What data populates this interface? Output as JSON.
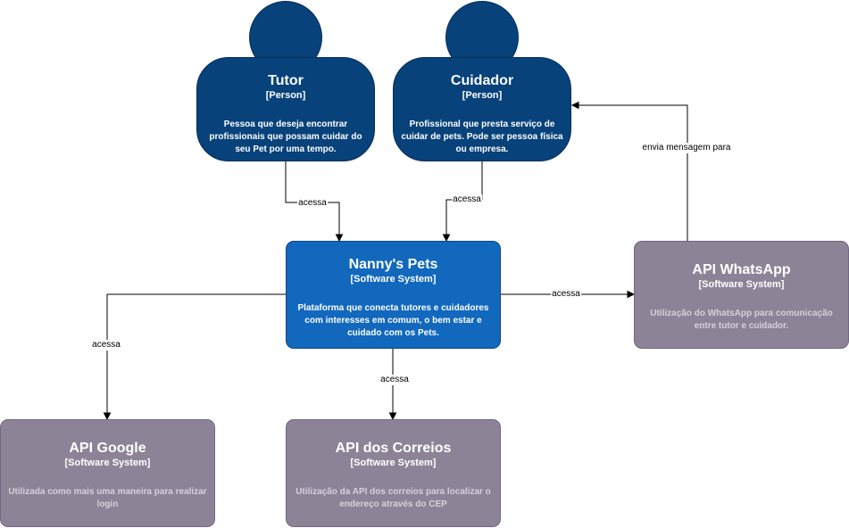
{
  "nodes": {
    "tutor": {
      "title": "Tutor",
      "tech": "[Person]",
      "desc": "Pessoa que deseja encontrar profissionais que possam cuidar do seu Pet por uma tempo."
    },
    "cuidador": {
      "title": "Cuidador",
      "tech": "[Person]",
      "desc": "Profissional que presta serviço de cuidar de pets. Pode ser pessoa física ou empresa."
    },
    "nannys_pets": {
      "title": "Nanny's Pets",
      "tech": "[Software System]",
      "desc": "Plataforma que conecta tutores e cuidadores com interesses em comum, o bem estar e cuidado com os Pets."
    },
    "api_whatsapp": {
      "title": "API WhatsApp",
      "tech": "[Software System]",
      "desc": "Utilização do WhatsApp para comunicação entre tutor e cuidador."
    },
    "api_google": {
      "title": "API Google",
      "tech": "[Software System]",
      "desc": "Utilizada como mais uma maneira para realizar login"
    },
    "api_correios": {
      "title": "API dos Correios",
      "tech": "[Software System]",
      "desc": "Utilização da API dos correios para localizar o endereço através do CEP"
    }
  },
  "edges": {
    "tutor_to_nannys": "acessa",
    "cuidador_to_nannys": "acessa",
    "nannys_to_whatsapp": "acessa",
    "nannys_to_google": "acessa",
    "nannys_to_correios": "acessa",
    "whatsapp_to_cuidador": "envia mensagem para"
  },
  "colors": {
    "person": "#08427b",
    "main_system": "#1168bd",
    "external_system": "#8c8496"
  }
}
